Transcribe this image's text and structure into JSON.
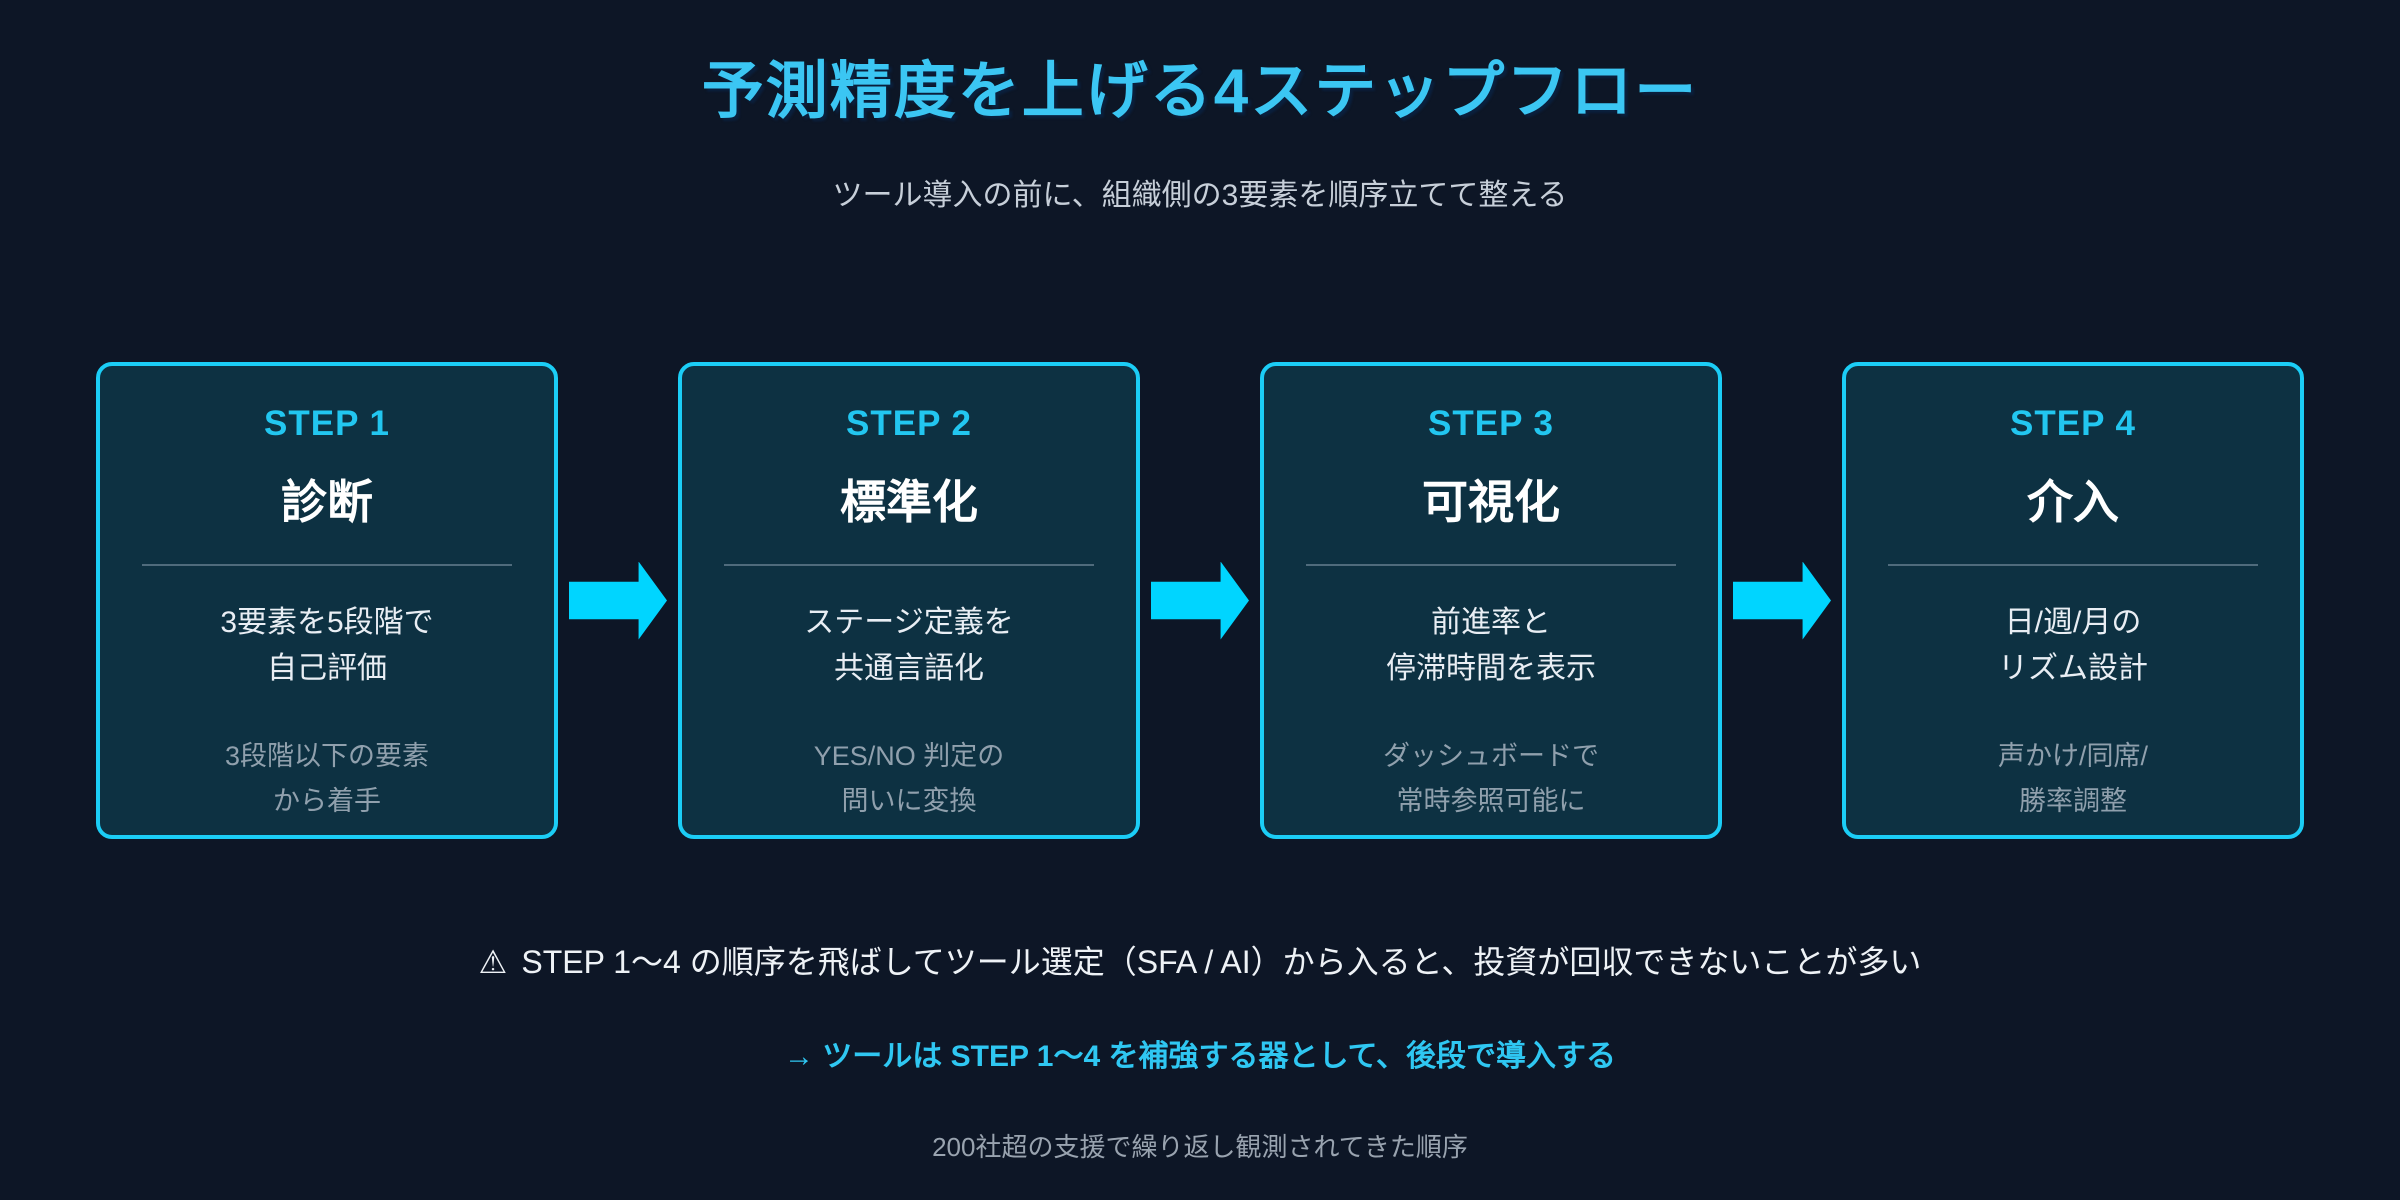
{
  "palette": {
    "background": "#0d1626",
    "card_background": "#0d3142",
    "accent_cyan": "#22c6f0",
    "border_cyan": "#1bcdf6",
    "arrow_cyan": "#00d5ff",
    "title_cyan": "#3bc6f3",
    "body_white": "#e9eef4",
    "muted_gray": "#90a0ad"
  },
  "header": {
    "title": "予測精度を上げる4ステップフロー",
    "subtitle": "ツール導入の前に、組織側の3要素を順序立てて整える"
  },
  "steps": [
    {
      "label": "STEP 1",
      "title": "診断",
      "body": [
        "3要素を5段階で",
        "自己評価"
      ],
      "note": [
        "3段階以下の要素",
        "から着手"
      ]
    },
    {
      "label": "STEP 2",
      "title": "標準化",
      "body": [
        "ステージ定義を",
        "共通言語化"
      ],
      "note": [
        "YES/NO 判定の",
        "問いに変換"
      ]
    },
    {
      "label": "STEP 3",
      "title": "可視化",
      "body": [
        "前進率と",
        "停滞時間を表示"
      ],
      "note": [
        "ダッシュボードで",
        "常時参照可能に"
      ]
    },
    {
      "label": "STEP 4",
      "title": "介入",
      "body": [
        "日/週/月の",
        "リズム設計"
      ],
      "note": [
        "声かけ/同席/",
        "勝率調整"
      ]
    }
  ],
  "footer": {
    "warning_icon": "⚠",
    "warning_text": "STEP 1〜4 の順序を飛ばしてツール選定（SFA / AI）から入ると、投資が回収できないことが多い",
    "recommendation_text": "→ ツールは STEP 1〜4 を補強する器として、後段で導入する",
    "note_text": "200社超の支援で繰り返し観測されてきた順序"
  }
}
